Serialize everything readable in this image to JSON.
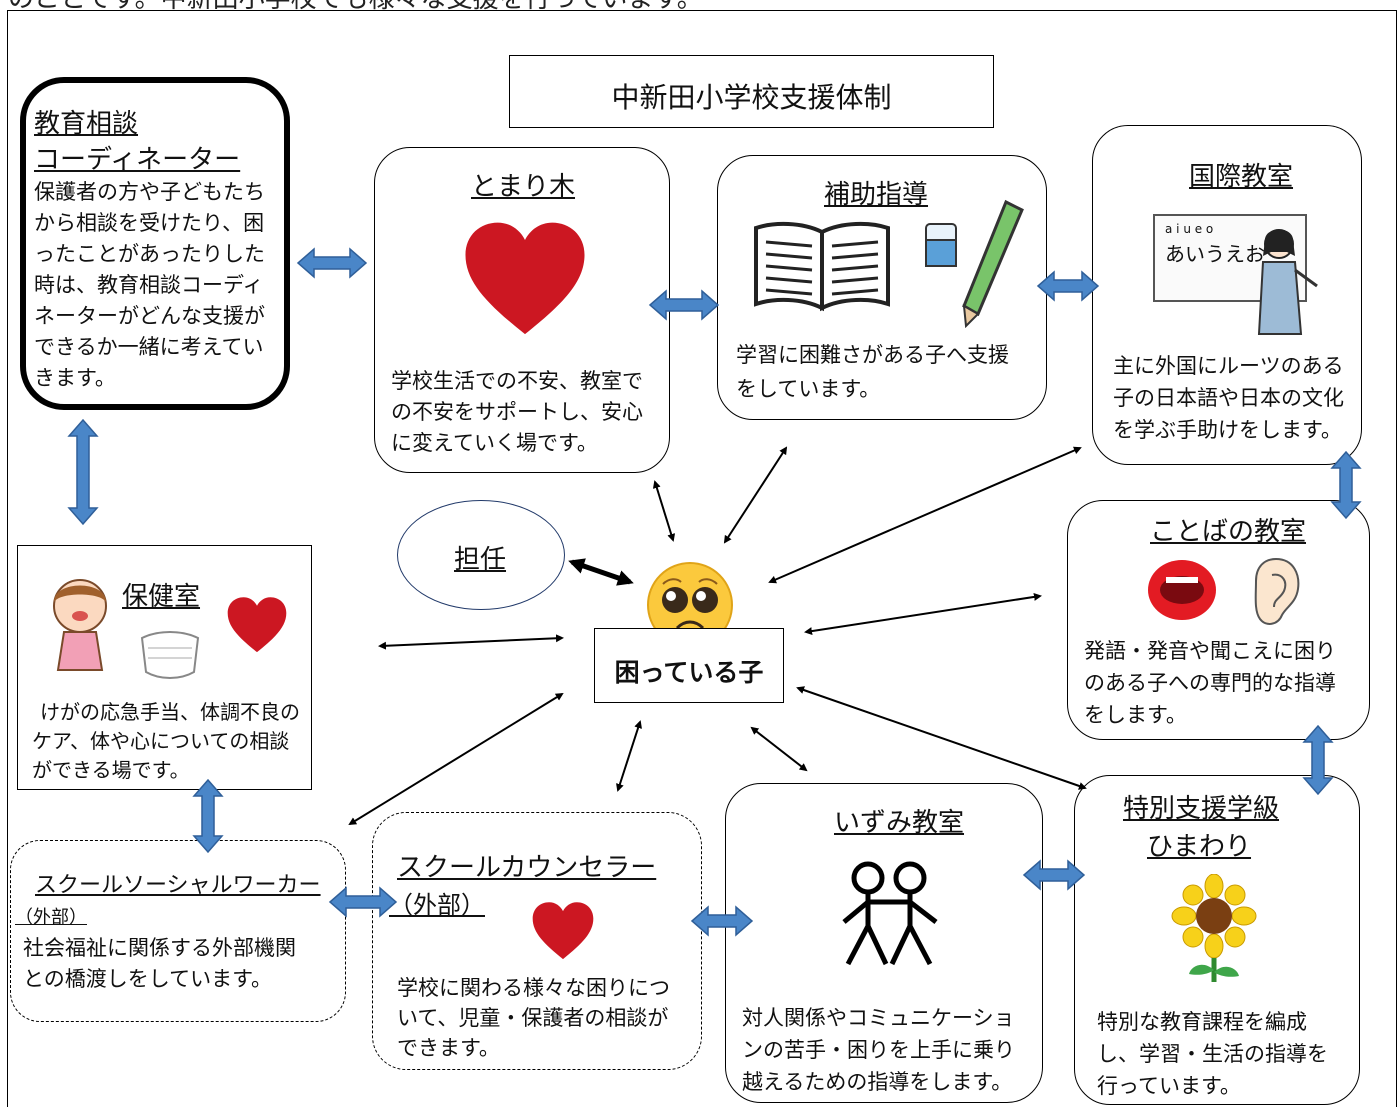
{
  "top_fragment": "のことです。中新田小学校でも様々な支援を行っています。",
  "header_title": "中新田小学校支援体制",
  "center": {
    "label": "困っている子",
    "icon": "pleading-face-icon"
  },
  "tannin": "担任",
  "nodes": {
    "coordinator": {
      "title_line1": "教育相談",
      "title_line2": "コーディネーター",
      "body": [
        "保護者の方や子どもたち",
        "から相談を受けたり、困",
        "ったことがあったりした",
        "時は、教育相談コーディ",
        "ネーターがどんな支援が",
        "できるか一緒に考えてい",
        "きます。"
      ]
    },
    "tomarigi": {
      "title": "とまり木",
      "body": [
        "学校生活での不安、教室で",
        "の不安をサポートし、安心",
        "に変えていく場です。"
      ]
    },
    "hojo": {
      "title": "補助指導",
      "body": [
        "学習に困難さがある子へ支援",
        "をしています。"
      ]
    },
    "kokusai": {
      "title": "国際教室",
      "board_romaji": "a i u e o",
      "board_kana": "あいうえお",
      "body": [
        "主に外国にルーツのある",
        "子の日本語や日本の文化",
        "を学ぶ手助けをします。"
      ]
    },
    "kotoba": {
      "title": "ことばの教室",
      "body": [
        "発語・発音や聞こえに困り",
        "のある子への専門的な指導",
        "をします。"
      ]
    },
    "hokenshitsu": {
      "title": "保健室",
      "body": [
        "けがの応急手当、体調不良の",
        "ケア、体や心についての相談",
        "ができる場です。"
      ]
    },
    "ssw": {
      "title": "スクールソーシャルワーカー",
      "sub": "（外部）",
      "body": [
        "社会福祉に関係する外部機関",
        "との橋渡しをしています。"
      ]
    },
    "counselor": {
      "title": "スクールカウンセラー",
      "sub": "（外部）",
      "body": [
        "学校に関わる様々な困りにつ",
        "いて、児童・保護者の相談が",
        "できます。"
      ]
    },
    "izumi": {
      "title": "いずみ教室",
      "body": [
        "対人関係やコミュニケーショ",
        "ンの苦手・困りを上手に乗り",
        "越えるための指導をします。"
      ]
    },
    "tokubetsu": {
      "title_line1": "特別支援学級",
      "title_line2": "ひまわり",
      "body": [
        "特別な教育課程を編成",
        "し、学習・生活の指導を",
        "行っています。"
      ]
    }
  },
  "colors": {
    "heart": "#cc1722",
    "link_arrow": "#4a86c8",
    "border": "#000000"
  }
}
